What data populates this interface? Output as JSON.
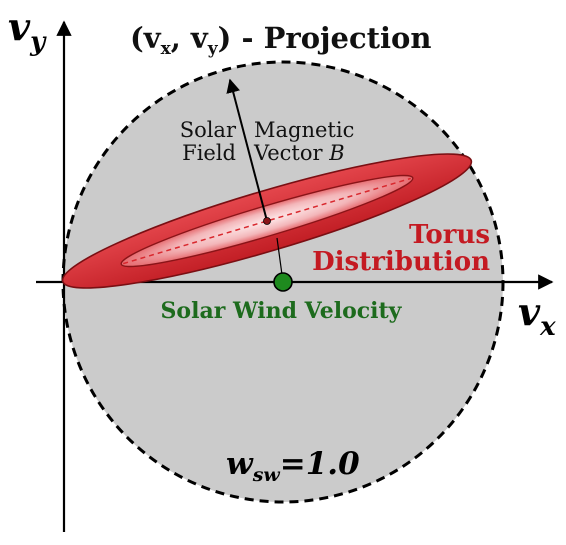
{
  "title": {
    "prefix": "(v",
    "sub1": "x",
    "middle": ", v",
    "sub2": "y",
    "suffix": ") - Projection"
  },
  "axes": {
    "y_main": "v",
    "y_sub": "y",
    "x_main": "v",
    "x_sub": "x"
  },
  "labels": {
    "solar_field_line1": "Solar",
    "solar_field_line2": "Field",
    "magnetic_line1": "Magnetic",
    "magnetic_line2": "Vector ",
    "magnetic_symbol": "B",
    "torus_line1": "Torus",
    "torus_line2": "Distribution",
    "solar_wind": "Solar Wind Velocity",
    "w_main": "w",
    "w_sub": "sw",
    "w_value": "=1.0"
  },
  "colors": {
    "sphere_fill": "#cbcbcb",
    "torus_dark": "#d42a30",
    "torus_light": "#f2b8bb",
    "torus_text": "#c41a22",
    "wind_green": "#1e8a1e",
    "wind_text": "#1d6b1d",
    "axis": "#000000"
  }
}
